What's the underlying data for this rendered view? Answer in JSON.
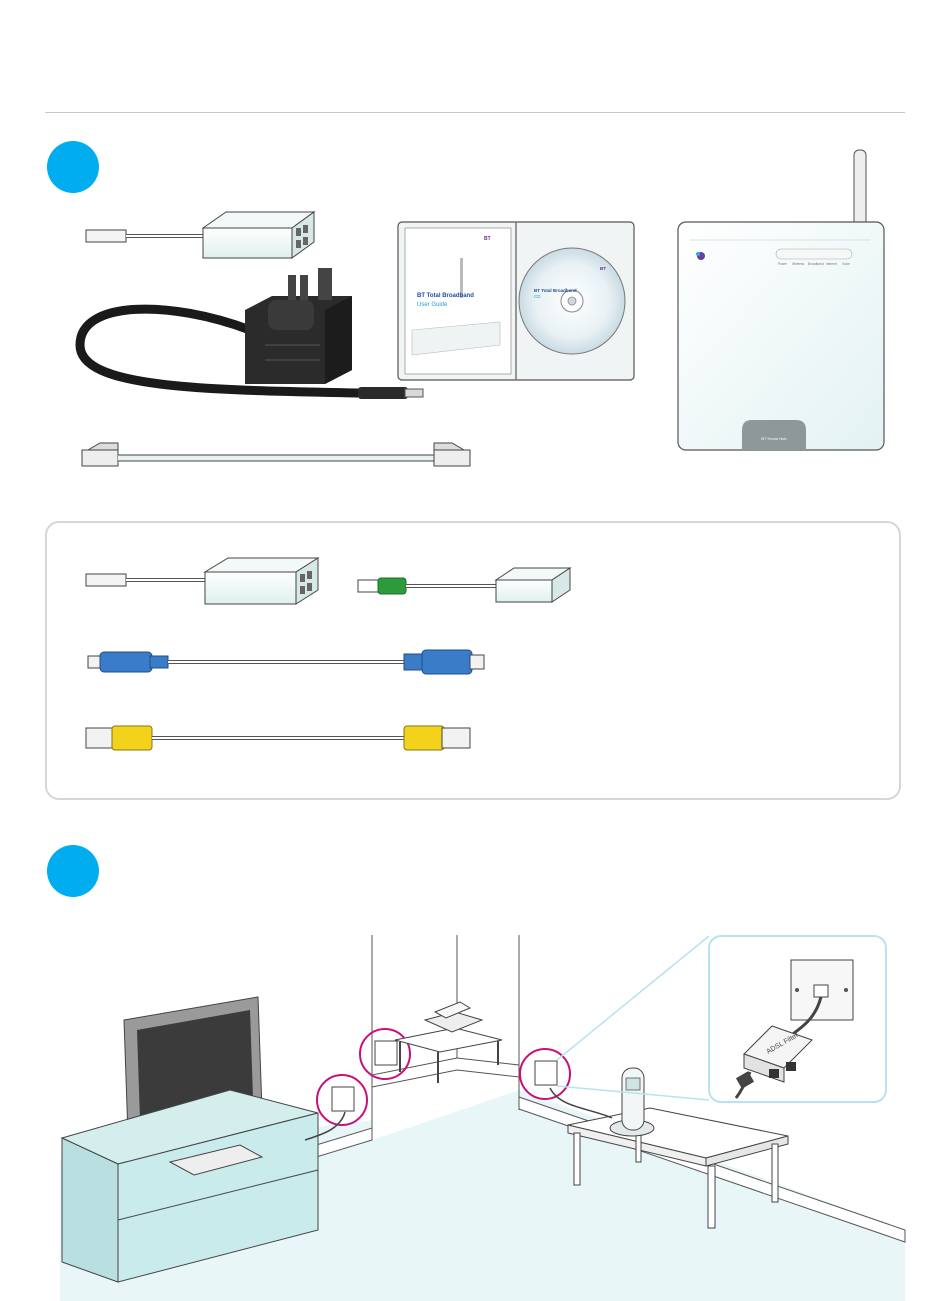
{
  "colors": {
    "step_dot": "#00aeef",
    "callout": "#c8107a",
    "usb_blue": "#3a7cc8",
    "ethernet_yellow": "#f3d21b",
    "adsl_green": "#2e9b3b",
    "room_floor": "#e8f6f8"
  },
  "box_contents": {
    "dvd": {
      "booklet_title": "BT Total Broadband",
      "booklet_subtitle": "User Guide",
      "disc_title": "BT Total Broadband",
      "disc_subtitle": "CD",
      "brand": "BT"
    },
    "hub": {
      "front_label": "BT Home Hub",
      "lights": [
        "Power",
        "Wireless",
        "Broadband",
        "Internet",
        "Voice"
      ]
    }
  },
  "room": {
    "filter_label": "ADSL Filter"
  }
}
